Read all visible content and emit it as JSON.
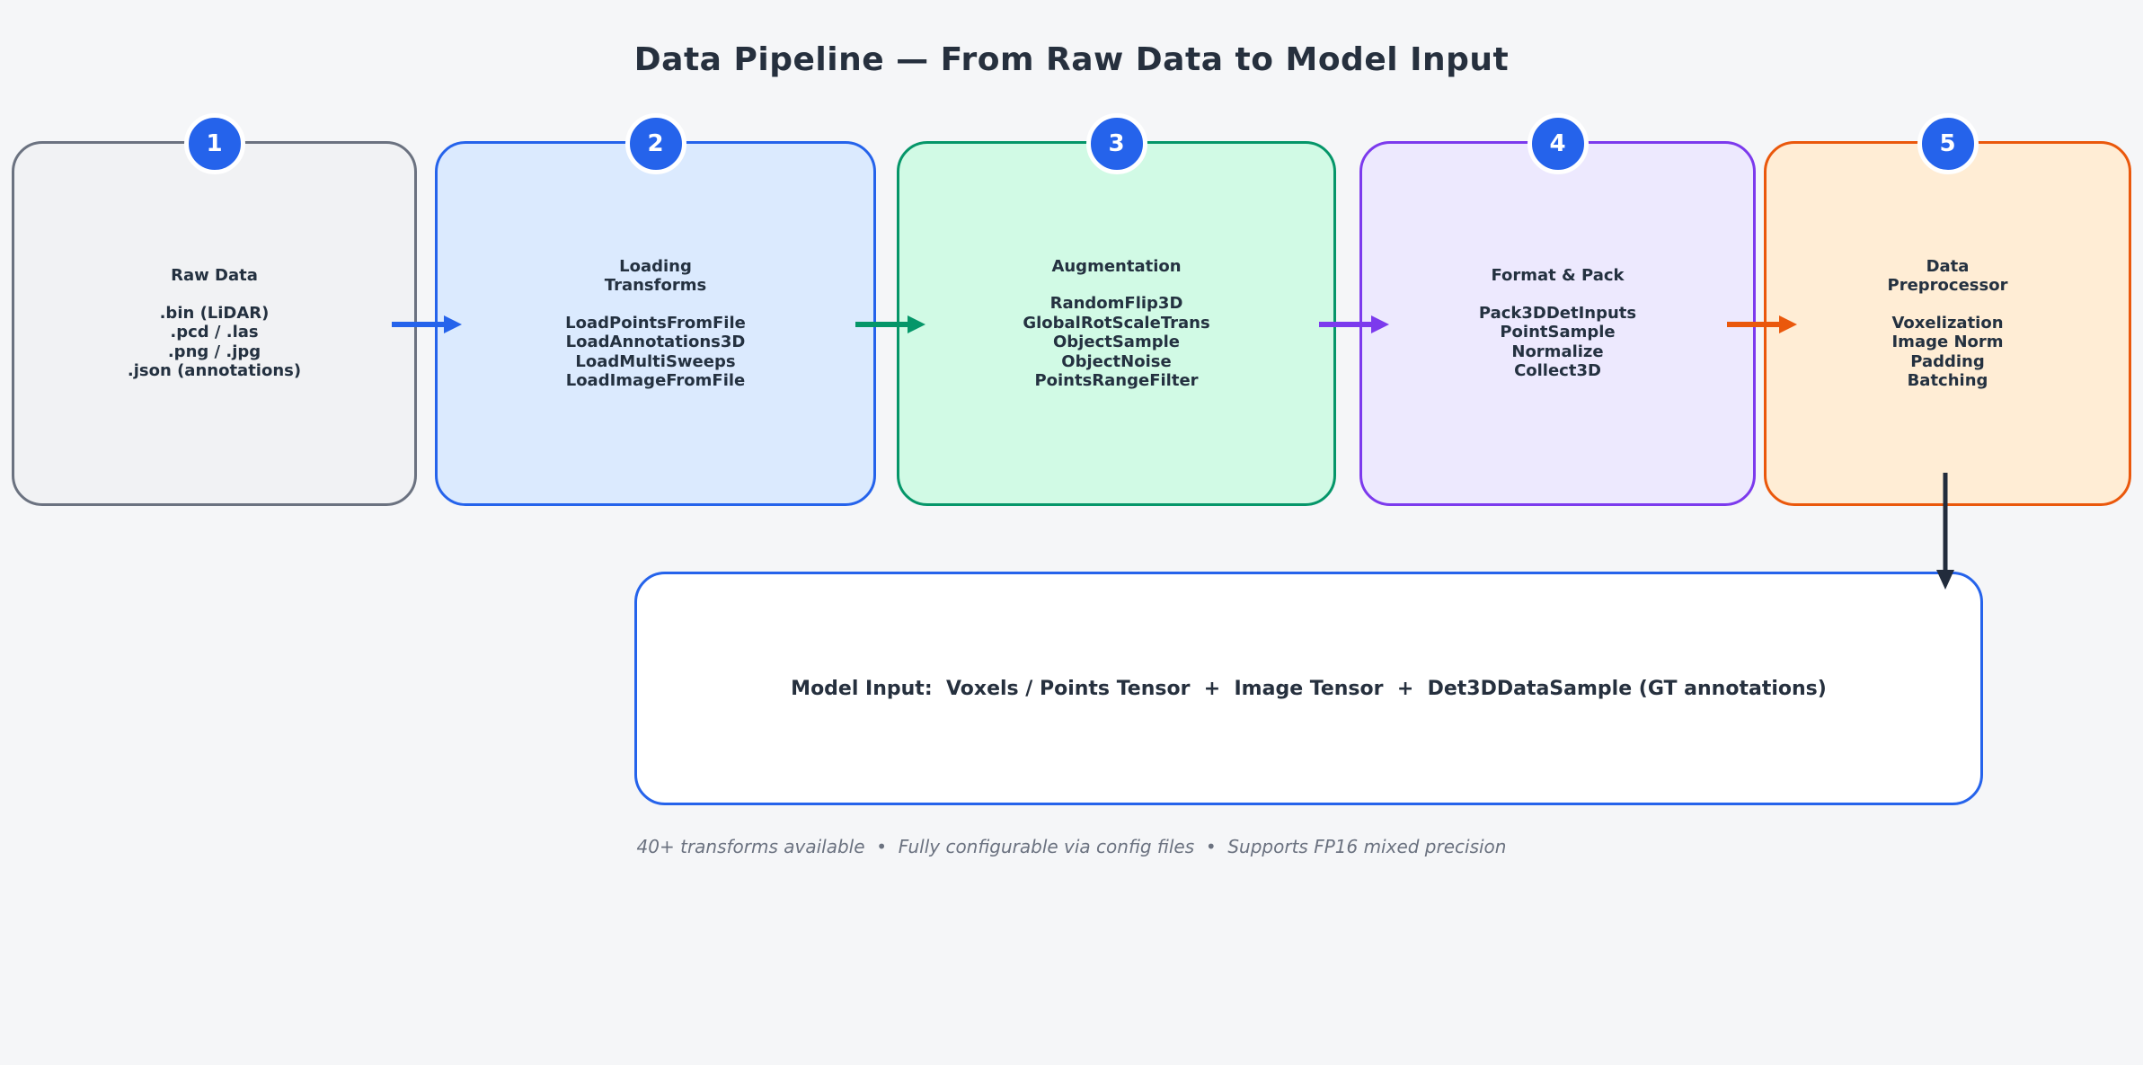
{
  "title": "Data Pipeline — From Raw Data to Model Input",
  "colors": {
    "page_background": "#f5f6f8",
    "badge": "#2563eb",
    "dark_text": "#26303e",
    "muted_text": "#6b7280"
  },
  "stages": [
    {
      "number": "1",
      "title": "Raw Data",
      "items": [
        ".bin (LiDAR)",
        ".pcd / .las",
        ".png / .jpg",
        ".json (annotations)"
      ],
      "accent": "#6b7280",
      "fill": "#f1f2f4"
    },
    {
      "number": "2",
      "title": [
        "Loading",
        "Transforms"
      ],
      "items": [
        "LoadPointsFromFile",
        "LoadAnnotations3D",
        "LoadMultiSweeps",
        "LoadImageFromFile"
      ],
      "accent": "#2563eb",
      "fill": "#dbeafe"
    },
    {
      "number": "3",
      "title": "Augmentation",
      "items": [
        "RandomFlip3D",
        "GlobalRotScaleTrans",
        "ObjectSample",
        "ObjectNoise",
        "PointsRangeFilter"
      ],
      "accent": "#059669",
      "fill": "#d1fae5"
    },
    {
      "number": "4",
      "title": "Format & Pack",
      "items": [
        "Pack3DDetInputs",
        "PointSample",
        "Normalize",
        "Collect3D"
      ],
      "accent": "#7c3aed",
      "fill": "#ede9fe"
    },
    {
      "number": "5",
      "title": [
        "Data",
        "Preprocessor"
      ],
      "items": [
        "Voxelization",
        "Image Norm",
        "Padding",
        "Batching"
      ],
      "accent": "#ea580c",
      "fill": "#ffedd5"
    }
  ],
  "connectors": [
    {
      "name": "stage1-to-stage2",
      "color": "#2563eb"
    },
    {
      "name": "stage2-to-stage3",
      "color": "#059669"
    },
    {
      "name": "stage3-to-stage4",
      "color": "#7c3aed"
    },
    {
      "name": "stage4-to-stage5",
      "color": "#ea580c"
    },
    {
      "name": "stage5-to-model-input",
      "color": "#222c3c"
    }
  ],
  "model_input": {
    "text": "Model Input:  Voxels / Points Tensor  +  Image Tensor  +  Det3DDataSample (GT annotations)",
    "border_color": "#2563eb"
  },
  "footer": "40+ transforms available  •  Fully configurable via config files  •  Supports FP16 mixed precision"
}
